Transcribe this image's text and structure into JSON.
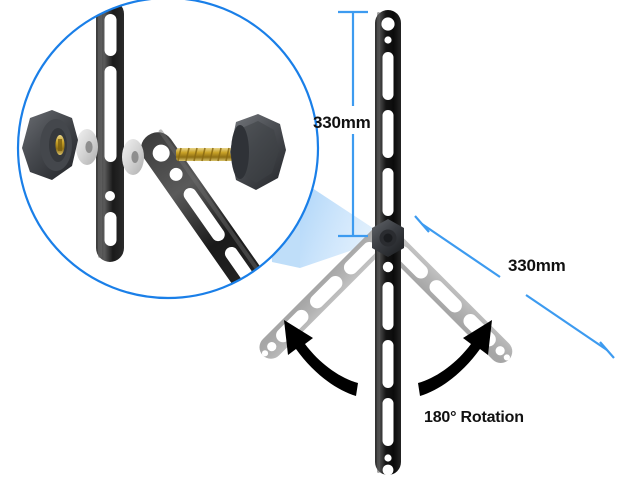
{
  "figure": {
    "title": "TV mount bracket arm rotation diagram",
    "background_color": "#ffffff"
  },
  "dimensions": {
    "vertical_height": "330mm",
    "arm_length": "330mm"
  },
  "annotations": {
    "rotation": "180° Rotation"
  },
  "colors": {
    "accent_blue": "#3d9bf0",
    "circle_blue": "#1a7fe8",
    "cone_blue": "#bcdcfa",
    "bracket_black": "#1b1b1b",
    "bracket_dark": "#333333",
    "ghost_gray": "#b8b8b8",
    "washer_gray": "#d8d8d8",
    "brass": "#c9a227",
    "text_black": "#111111"
  },
  "inset": {
    "name": "exploded-hardware-detail",
    "parts": [
      "knob-left",
      "washer-left",
      "vertical-slotted-bar",
      "washer-right",
      "diagonal-slotted-arm",
      "threaded-screw",
      "knob-right"
    ]
  },
  "main_view": {
    "parts": [
      "vertical-slotted-bar",
      "pivot-hub-knob",
      "ghost-arm-left",
      "ghost-arm-right",
      "rotation-arrow-left",
      "rotation-arrow-right"
    ]
  }
}
